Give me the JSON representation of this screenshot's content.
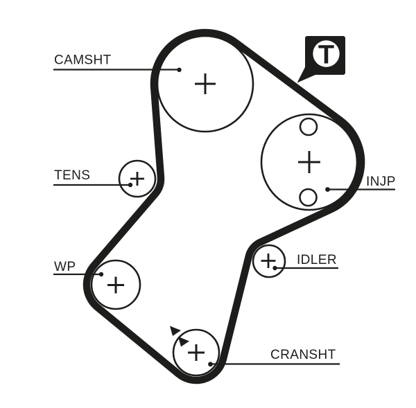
{
  "diagram": {
    "background_color": "#ffffff",
    "ink_color": "#1d1d1b",
    "timing_mark_badge": {
      "letter": "T"
    },
    "pulleys": [
      {
        "id": "camsht",
        "label": "CAMSHT"
      },
      {
        "id": "tens",
        "label": "TENS"
      },
      {
        "id": "wp",
        "label": "WP"
      },
      {
        "id": "injp",
        "label": "INJP"
      },
      {
        "id": "idler",
        "label": "IDLER"
      },
      {
        "id": "cransht",
        "label": "CRANSHT"
      }
    ]
  }
}
